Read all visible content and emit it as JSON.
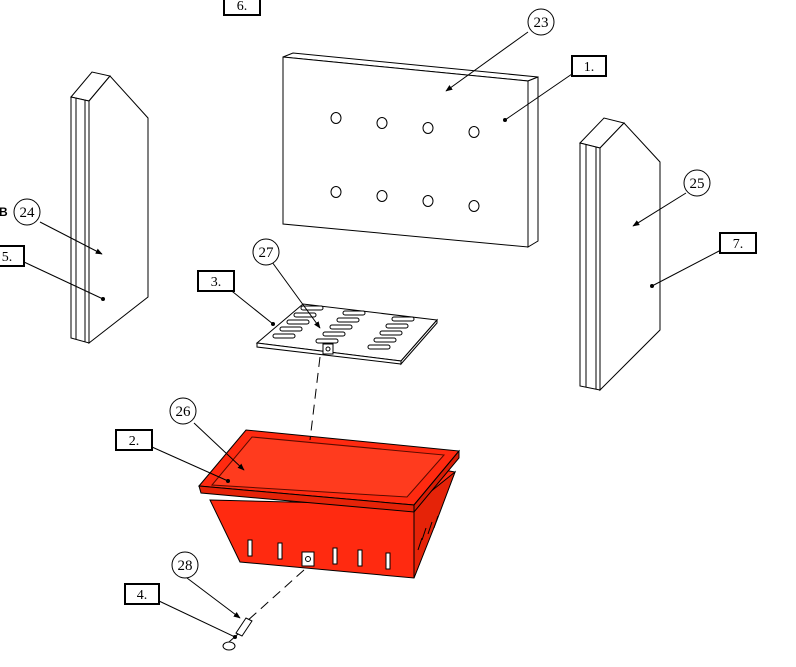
{
  "diagram": {
    "box_labels": {
      "l1": "1.",
      "l2": "2.",
      "l3": "3.",
      "l4": "4.",
      "l5": "5.",
      "l6": "6.",
      "l7": "7."
    },
    "circle_labels": {
      "c23": "23",
      "c24": "24",
      "c25": "25",
      "c26": "26",
      "c27": "27",
      "c28": "28"
    },
    "edge_text": "B",
    "colors": {
      "line": "#000000",
      "firebox": "#ff2a10",
      "firebox_dark": "#d81c05",
      "panel": "#ffffff"
    }
  }
}
